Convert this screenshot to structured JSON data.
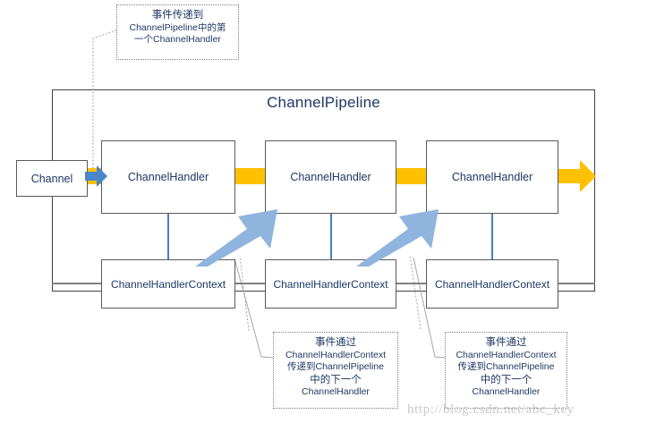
{
  "diagram": {
    "pipeline_title": "ChannelPipeline",
    "channel_label": "Channel",
    "handlers": [
      {
        "label": "ChannelHandler"
      },
      {
        "label": "ChannelHandler"
      },
      {
        "label": "ChannelHandler"
      }
    ],
    "contexts": [
      {
        "label": "ChannelHandlerContext"
      },
      {
        "label": "ChannelHandlerContext"
      },
      {
        "label": "ChannelHandlerContext"
      }
    ],
    "callouts": {
      "top": {
        "lines": [
          "事件传递到",
          "ChannelPipeline中的第",
          "一个ChannelHandler"
        ]
      },
      "middle": {
        "lines": [
          "事件通过",
          "ChannelHandlerContext",
          "传递到ChannelPipeline",
          "中的下一个",
          "ChannelHandler"
        ]
      },
      "right": {
        "lines": [
          "事件通过",
          "ChannelHandlerContext",
          "传递到ChannelPipeline",
          "中的下一个",
          "ChannelHandler"
        ]
      }
    },
    "watermark": "http://blog.csdn.net/abc_key",
    "colors": {
      "flow_orange": "#ffc000",
      "arrow_blue": "#8fb4dd",
      "entry_blue": "#4a86c8",
      "connector_blue": "#4a7ebb",
      "box_border": "#595959",
      "text": "#1f3864"
    }
  }
}
